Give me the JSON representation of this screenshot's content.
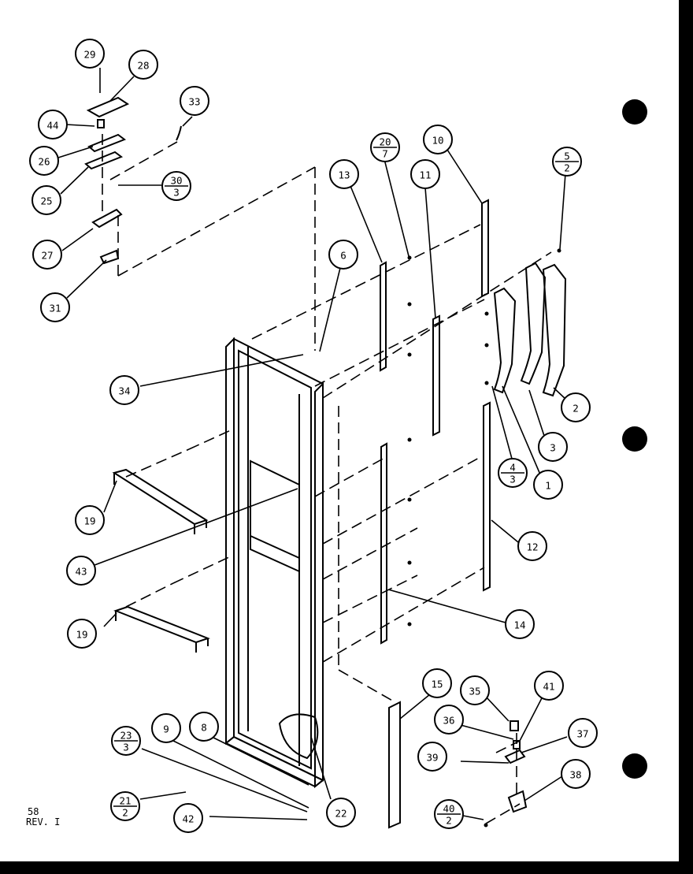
{
  "callouts": [
    {
      "id": "c29",
      "text": "29"
    },
    {
      "id": "c28",
      "text": "28"
    },
    {
      "id": "c44",
      "text": "44"
    },
    {
      "id": "c33",
      "text": "33"
    },
    {
      "id": "c26",
      "text": "26"
    },
    {
      "id": "c25",
      "text": "25"
    },
    {
      "id": "c30",
      "num": "30",
      "den": "3"
    },
    {
      "id": "c27",
      "text": "27"
    },
    {
      "id": "c31",
      "text": "31"
    },
    {
      "id": "c6",
      "text": "6"
    },
    {
      "id": "c20",
      "num": "20",
      "den": "7"
    },
    {
      "id": "c13",
      "text": "13"
    },
    {
      "id": "c10",
      "text": "10"
    },
    {
      "id": "c11",
      "text": "11"
    },
    {
      "id": "c5",
      "num": "5",
      "den": "2"
    },
    {
      "id": "c34",
      "text": "34"
    },
    {
      "id": "c2",
      "text": "2"
    },
    {
      "id": "c3",
      "text": "3"
    },
    {
      "id": "c4",
      "num": "4",
      "den": "3"
    },
    {
      "id": "c1",
      "text": "1"
    },
    {
      "id": "c19a",
      "text": "19"
    },
    {
      "id": "c12",
      "text": "12"
    },
    {
      "id": "c43",
      "text": "43"
    },
    {
      "id": "c14",
      "text": "14"
    },
    {
      "id": "c19b",
      "text": "19"
    },
    {
      "id": "c15",
      "text": "15"
    },
    {
      "id": "c35",
      "text": "35"
    },
    {
      "id": "c41",
      "text": "41"
    },
    {
      "id": "c9",
      "text": "9"
    },
    {
      "id": "c8",
      "text": "8"
    },
    {
      "id": "c36",
      "text": "36"
    },
    {
      "id": "c37",
      "text": "37"
    },
    {
      "id": "c23",
      "num": "23",
      "den": "3"
    },
    {
      "id": "c39",
      "text": "39"
    },
    {
      "id": "c38",
      "text": "38"
    },
    {
      "id": "c21",
      "num": "21",
      "den": "2"
    },
    {
      "id": "c42",
      "text": "42"
    },
    {
      "id": "c22",
      "text": "22"
    },
    {
      "id": "c40",
      "num": "40",
      "den": "2"
    }
  ],
  "page_note": {
    "line1": "58",
    "line2": "REV. I"
  }
}
